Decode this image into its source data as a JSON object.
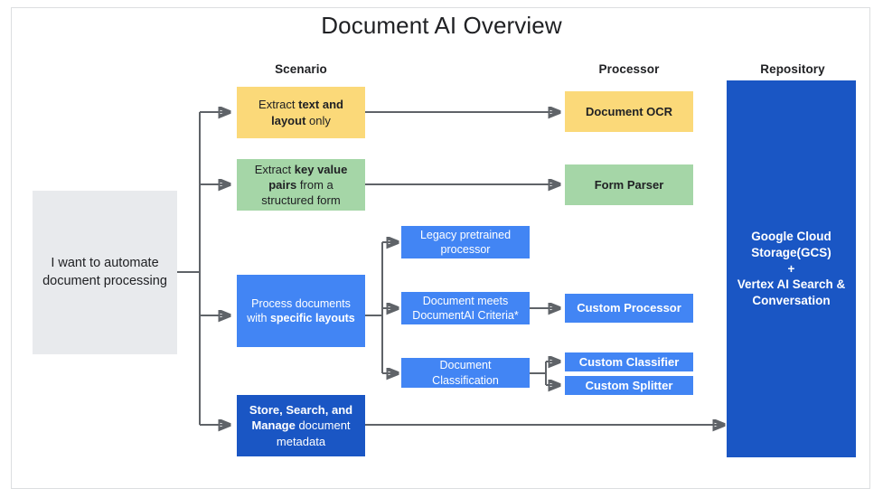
{
  "title": "Document AI Overview",
  "colors": {
    "yellow": "#fbd979",
    "green": "#a5d6a7",
    "blue": "#4285f4",
    "navy": "#1a56c4",
    "grey": "#e8eaed",
    "connector": "#5f6368",
    "frame": "#dcdee0",
    "text_dark": "#202124",
    "text_light": "#ffffff"
  },
  "columns": [
    {
      "label": "Scenario"
    },
    {
      "label": "Processor"
    },
    {
      "label": "Repository"
    }
  ],
  "start": {
    "label": "I want to automate document processing"
  },
  "scenarios": [
    {
      "id": "extract-text-layout",
      "pre": "Extract ",
      "strong": "text and layout",
      "post": " only"
    },
    {
      "id": "extract-key-value",
      "pre": "Extract ",
      "strong": "key value pairs",
      "post": " from a structured form"
    },
    {
      "id": "process-specific-layouts",
      "pre": "Process documents with ",
      "strong": "specific layouts",
      "post": ""
    },
    {
      "id": "store-search-manage",
      "pre": "",
      "strong": "Store, Search, and Manage",
      "post": " document metadata"
    }
  ],
  "sub_paths": [
    {
      "id": "legacy-pretrained-processor",
      "label": "Legacy pretrained processor"
    },
    {
      "id": "document-meets-criteria",
      "label": "Document meets DocumentAI Criteria*"
    },
    {
      "id": "document-classification",
      "label": "Document Classification"
    }
  ],
  "processors": [
    {
      "id": "document-ocr",
      "label": "Document OCR"
    },
    {
      "id": "form-parser",
      "label": "Form Parser"
    },
    {
      "id": "custom-processor",
      "label": "Custom Processor"
    },
    {
      "id": "custom-classifier",
      "label": "Custom Classifier"
    },
    {
      "id": "custom-splitter",
      "label": "Custom Splitter"
    }
  ],
  "repository": {
    "line1": "Google Cloud",
    "line2": "Storage(GCS)",
    "line3": "+",
    "line4": "Vertex AI Search &",
    "line5": "Conversation"
  }
}
